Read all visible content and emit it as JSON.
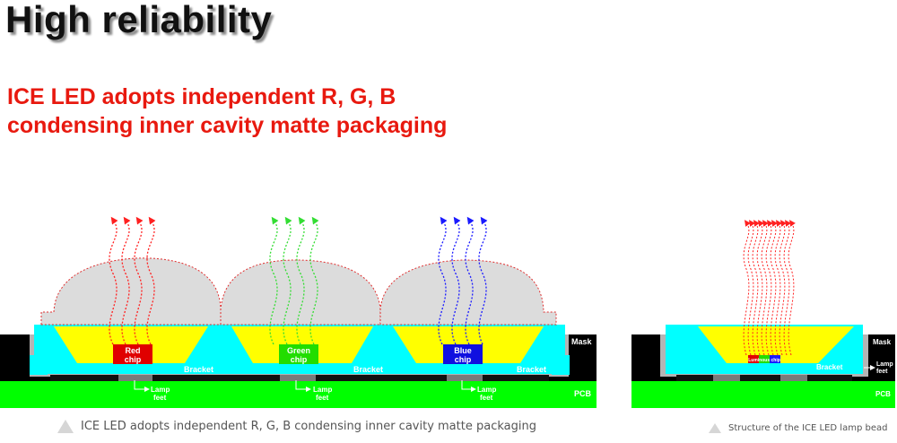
{
  "header": {
    "title": "High  reliability",
    "subtitle_line1": "ICE LED adopts independent R, G, B",
    "subtitle_line2": "condensing inner cavity matte packaging"
  },
  "left_diagram": {
    "caption": "ICE LED adopts independent R, G, B condensing inner cavity matte packaging",
    "chips": [
      {
        "line1": "Red",
        "line2": "chip",
        "color": "#e00000"
      },
      {
        "line1": "Green",
        "line2": "chip",
        "color": "#22dd00"
      },
      {
        "line1": "Blue",
        "line2": "chip",
        "color": "#1010e0"
      }
    ],
    "bracket_label": "Bracket",
    "lamp_feet_line1": "Lamp",
    "lamp_feet_line2": "feet",
    "mask_label": "Mask",
    "pcb_label": "PCB"
  },
  "right_diagram": {
    "caption": "Structure of the ICE LED lamp bead",
    "chip_label": "Luminous chip",
    "bracket_label": "Bracket",
    "lamp_feet_line1": "Lamp",
    "lamp_feet_line2": "feet",
    "mask_label": "Mask",
    "pcb_label": "PCB"
  },
  "colors": {
    "title_red": "#e8190f",
    "cyan": "#00ffff",
    "yellow": "#ffff00",
    "pcb_green": "#00ff00",
    "mask_black": "#000000",
    "lens_gray": "#dcdcdc",
    "red_ray": "#ff2020",
    "green_ray": "#33dd33",
    "blue_ray": "#1a1aff"
  }
}
